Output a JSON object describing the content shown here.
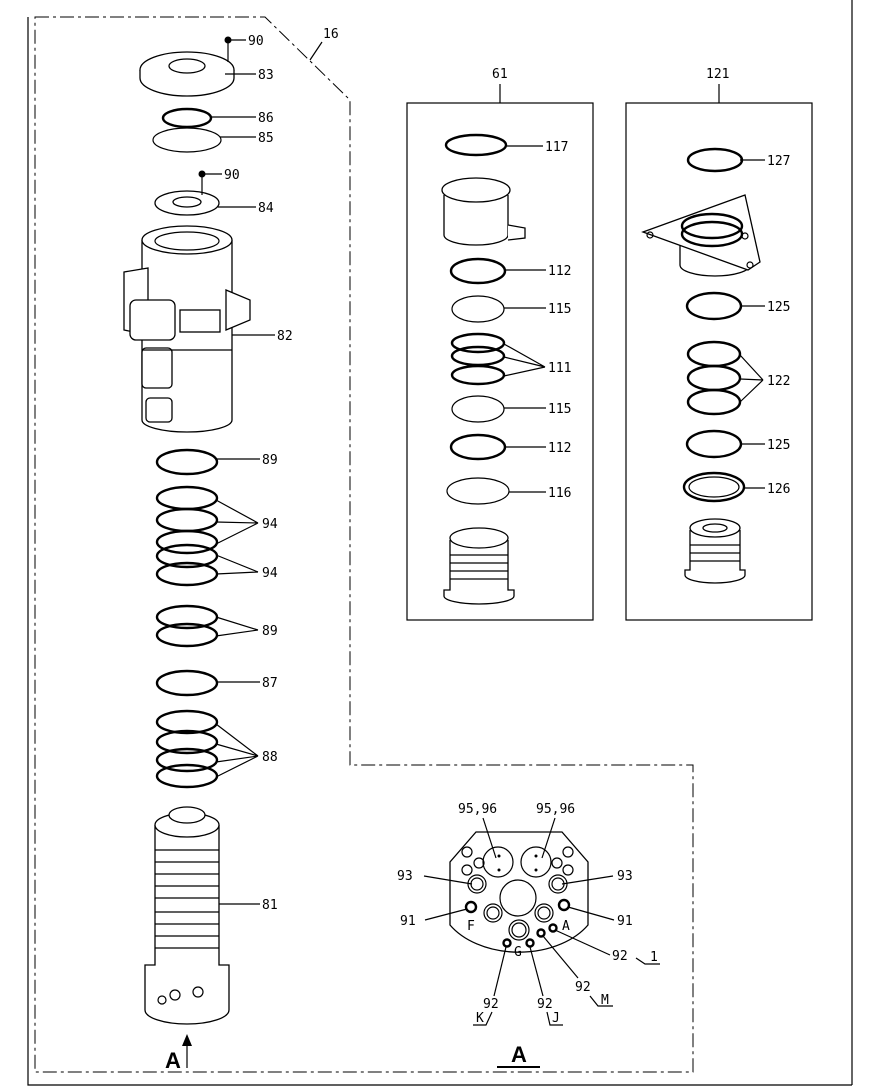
{
  "assembly": {
    "label": "16"
  },
  "kit_61": {
    "label": "61",
    "parts": [
      "117",
      "112",
      "115",
      "111",
      "115",
      "112",
      "116"
    ]
  },
  "kit_121": {
    "label": "121",
    "parts": [
      "127",
      "125",
      "122",
      "125",
      "126"
    ]
  },
  "main_parts": {
    "p90a": "90",
    "p83": "83",
    "p86": "86",
    "p85": "85",
    "p90b": "90",
    "p84": "84",
    "p82": "82",
    "p89a": "89",
    "p94a": "94",
    "p94b": "94",
    "p89b": "89",
    "p87": "87",
    "p88": "88",
    "p81": "81"
  },
  "view_a": {
    "title": "A",
    "arrow_label": "A",
    "labels": {
      "p9596a": "95,96",
      "p9596b": "95,96",
      "p93a": "93",
      "p93b": "93",
      "p91a": "91",
      "p91b": "91",
      "port_f": "F",
      "port_a": "A",
      "port_g": "G",
      "p92_1": "92",
      "port_1": "1",
      "p92_m": "92",
      "port_m": "M",
      "p92_k": "92",
      "port_k": "K",
      "p92_j": "92",
      "port_j": "J"
    }
  }
}
